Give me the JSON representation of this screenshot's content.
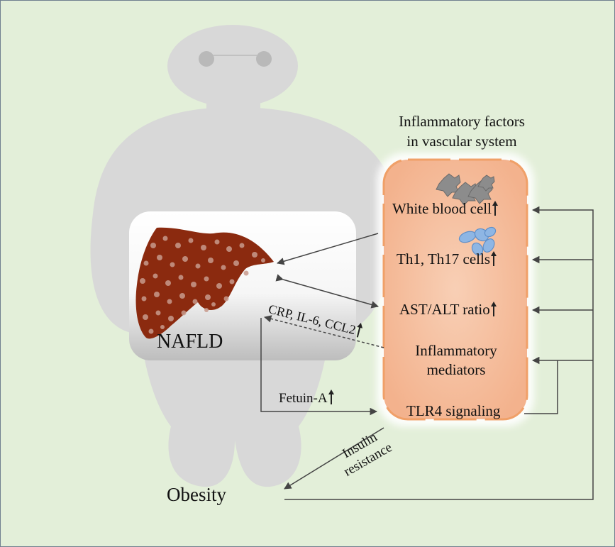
{
  "figure": {
    "header": {
      "line1": "Inflammatory factors",
      "line2": "in vascular system"
    },
    "liver_label": "NAFLD",
    "body_label": "Obesity",
    "vessel_items": {
      "wbc": "White blood cell",
      "th": "Th1, Th17 cells",
      "ast": "AST/ALT ratio",
      "mediators_line1": "Inflammatory",
      "mediators_line2": "mediators",
      "tlr4": "TLR4 signaling"
    },
    "arrow_labels": {
      "cytokines": "CRP, IL-6, CCL2",
      "fetuin": "Fetuin-A",
      "insulin_line1": "Insulin",
      "insulin_line2": "resistance"
    },
    "colors": {
      "background": "#e3efd9",
      "silhouette": "#d8d8d8",
      "liver": "#8b2a0f",
      "vessel_fill": "#f6c2a0",
      "vessel_border": "#f0a068",
      "arrow": "#444444"
    }
  }
}
